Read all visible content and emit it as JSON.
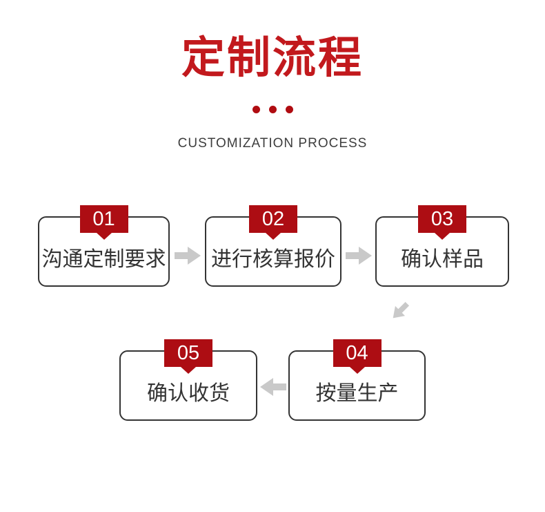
{
  "header": {
    "title": "定制流程",
    "subtitle": "CUSTOMIZATION PROCESS",
    "dots_count": 3
  },
  "steps": [
    {
      "number": "01",
      "label": "沟通定制要求"
    },
    {
      "number": "02",
      "label": "进行核算报价"
    },
    {
      "number": "03",
      "label": "确认样品"
    },
    {
      "number": "04",
      "label": "按量生产"
    },
    {
      "number": "05",
      "label": "确认收货"
    }
  ],
  "arrows": [
    {
      "icon": "arrow-right-icon",
      "from": "01",
      "to": "02"
    },
    {
      "icon": "arrow-right-icon",
      "from": "02",
      "to": "03"
    },
    {
      "icon": "arrow-down-left-icon",
      "from": "03",
      "to": "04"
    },
    {
      "icon": "arrow-left-icon",
      "from": "04",
      "to": "05"
    }
  ],
  "colors": {
    "title_red": "#c2191d",
    "dot_red": "#b00c11",
    "badge_red": "#ad0d13",
    "arrow_gray": "#c9c9c9",
    "box_border": "#333333",
    "box_text": "#333333",
    "subtitle_text": "#3d3d3d",
    "background": "#ffffff"
  }
}
